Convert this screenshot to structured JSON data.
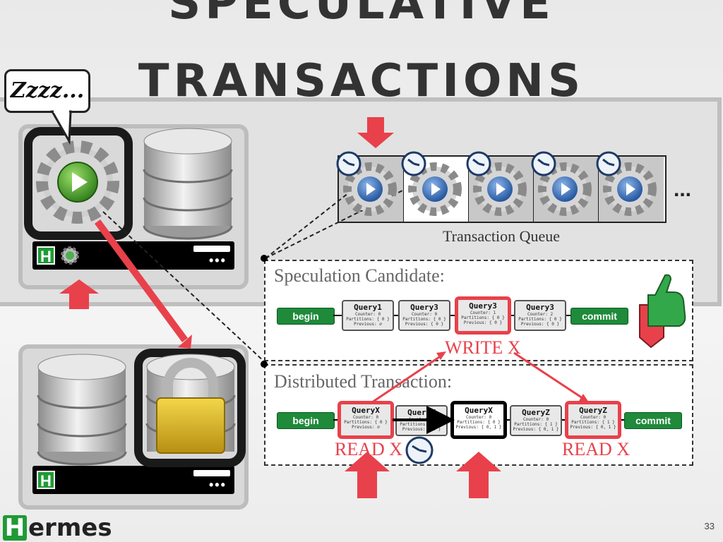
{
  "title": {
    "line1": "SPECULATIVE",
    "line2": "TRANSACTIONS"
  },
  "speech": "Zzzz...",
  "servers": {
    "badge_letter": "H"
  },
  "queue": {
    "label": "Transaction Queue",
    "more": "..."
  },
  "speculation": {
    "label": "Speculation Candidate:",
    "begin": "begin",
    "commit": "commit",
    "queries": [
      {
        "name": "Query1",
        "lines": [
          "Counter: 0",
          "Partitions: { 0 }",
          "Previous: ∅"
        ]
      },
      {
        "name": "Query3",
        "lines": [
          "Counter: 0",
          "Partitions: { 0 }",
          "Previous: { 0 }"
        ]
      },
      {
        "name": "Query3",
        "lines": [
          "Counter: 1",
          "Partitions: { 0 }",
          "Previous: { 0 }"
        ]
      },
      {
        "name": "Query3",
        "lines": [
          "Counter: 2",
          "Partitions: { 0 }",
          "Previous: { 0 }"
        ]
      }
    ],
    "write_label": "WRITE X"
  },
  "distributed": {
    "label": "Distributed Transaction:",
    "begin": "begin",
    "commit": "commit",
    "queries": [
      {
        "name": "QueryX",
        "lines": [
          "Counter: 0",
          "Partitions: { 0 }",
          "Previous: ∅"
        ]
      },
      {
        "name": "QueryY",
        "lines": [
          "Counter: 0",
          "Partitions: { 0 }",
          "Previous: { 0 }"
        ]
      },
      {
        "name": "QueryX",
        "lines": [
          "Counter: 0",
          "Partitions: { 0 }",
          "Previous: { 0, 1 }"
        ]
      },
      {
        "name": "QueryZ",
        "lines": [
          "Counter: 0",
          "Partitions: { 1 }",
          "Previous: { 0, 1 }"
        ]
      },
      {
        "name": "QueryZ",
        "lines": [
          "Counter: 0",
          "Partitions: { 1 }",
          "Previous: { 0, 1 }"
        ]
      }
    ],
    "read_left": "READ X",
    "read_right": "READ X"
  },
  "logo": {
    "letter": "H",
    "text": "ermes"
  },
  "page_number": "33",
  "colors": {
    "accent_red": "#e8414b",
    "hermes_green": "#1f9a35",
    "commit_green": "#1e8a3a"
  }
}
